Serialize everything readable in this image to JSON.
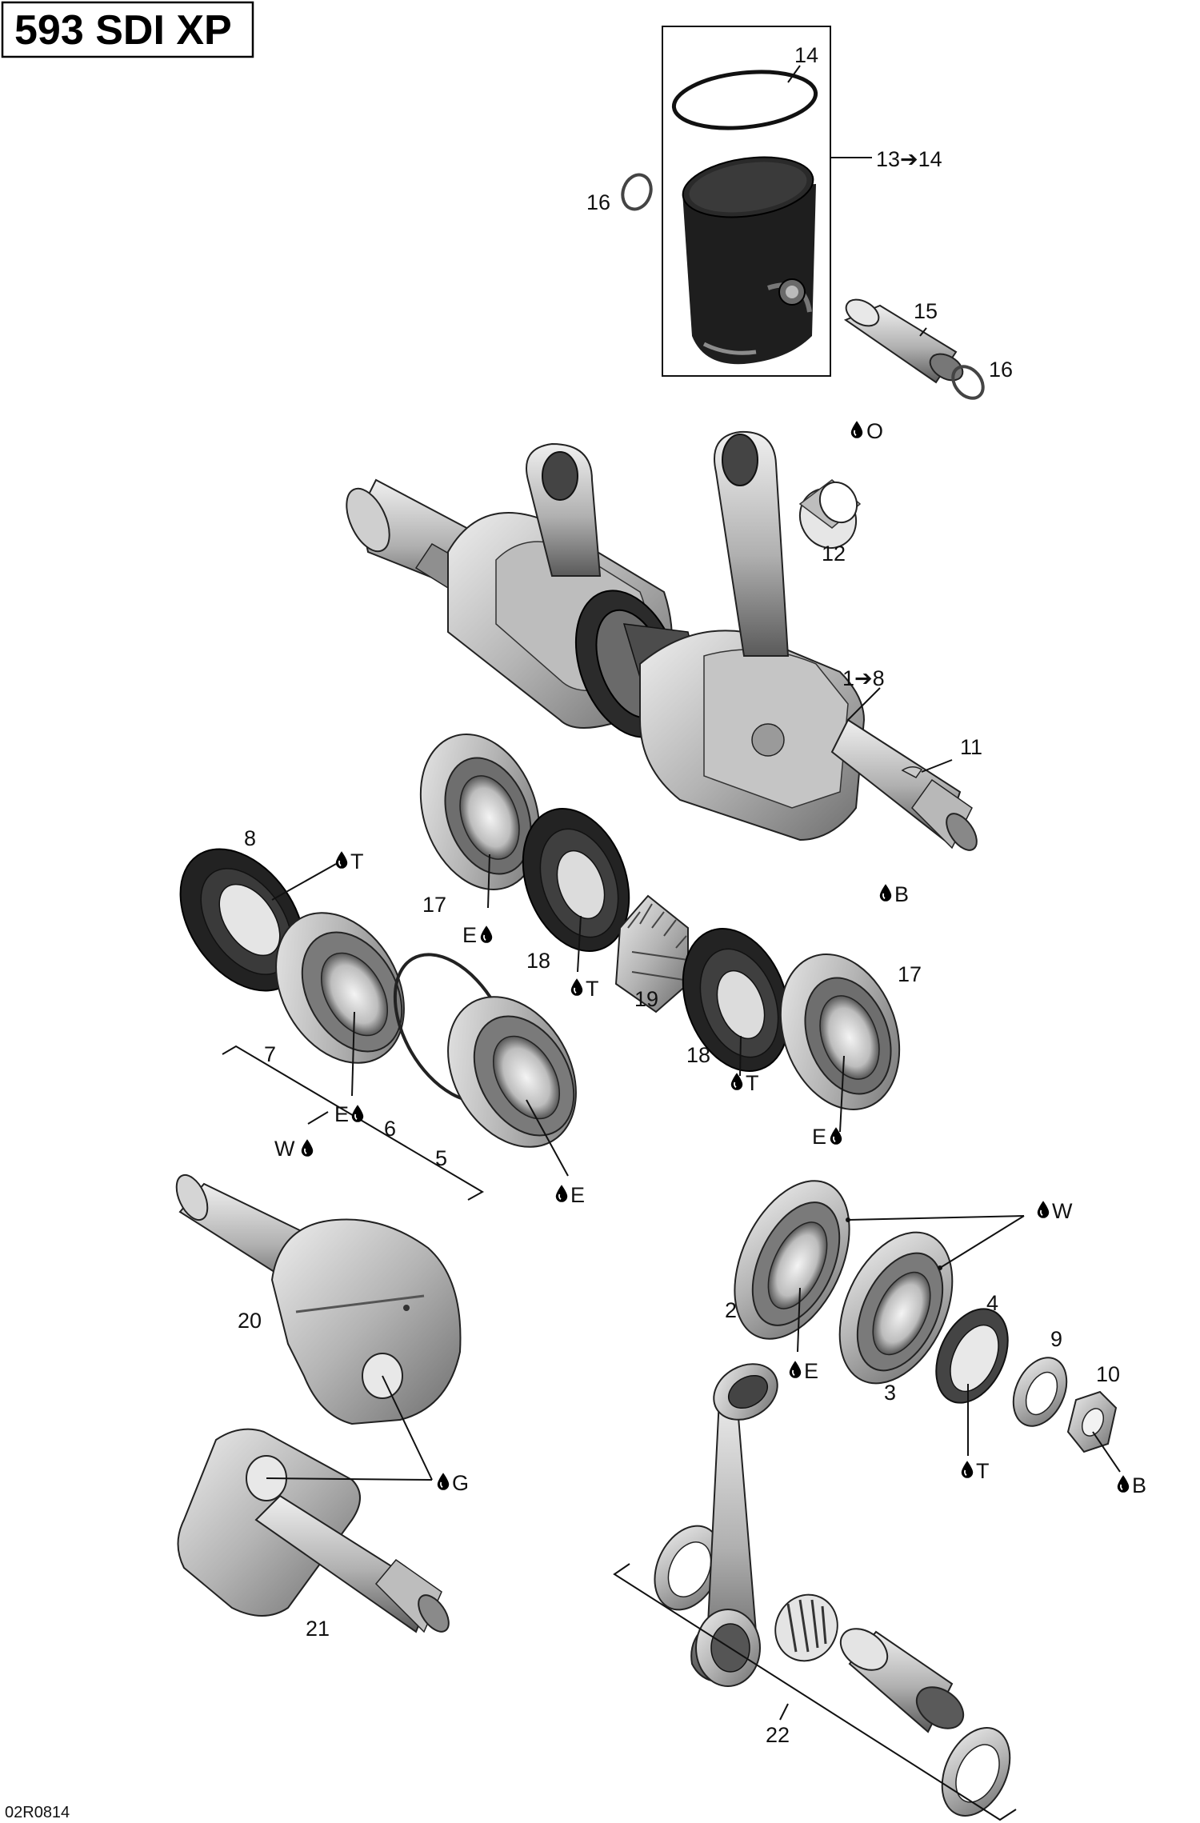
{
  "title": "593 SDI XP",
  "drawing_code": "02R0814",
  "labels": {
    "p14": "14",
    "p13_14": "13➔14",
    "p16a": "16",
    "p15": "15",
    "p16b": "16",
    "lub_o": "O",
    "p12": "12",
    "p1_8": "1➔8",
    "p11": "11",
    "p8": "8",
    "lub_t1": "T",
    "p17a": "17",
    "lub_e1": "E",
    "p18a": "18",
    "lub_t2": "T",
    "p19": "19",
    "lub_b1": "B",
    "p17b": "17",
    "p18b": "18",
    "lub_t3": "T",
    "p7": "7",
    "lub_e2": "E",
    "p6": "6",
    "lub_w1": "W",
    "p5": "5",
    "lub_e3": "E",
    "lub_e4": "E",
    "lub_w2": "W",
    "p20": "20",
    "p2": "2",
    "lub_e5": "E",
    "p4": "4",
    "p3": "3",
    "p9": "9",
    "p10": "10",
    "lub_t4": "T",
    "lub_b2": "B",
    "lub_g": "G",
    "p21": "21",
    "p22": "22"
  },
  "colors": {
    "metal_light": "#d9d9d9",
    "metal_mid": "#9a9a9a",
    "metal_dark": "#3c3c3c",
    "line": "#111111"
  },
  "icons": [
    "oil-drop-icon",
    "arrow-right-icon"
  ]
}
